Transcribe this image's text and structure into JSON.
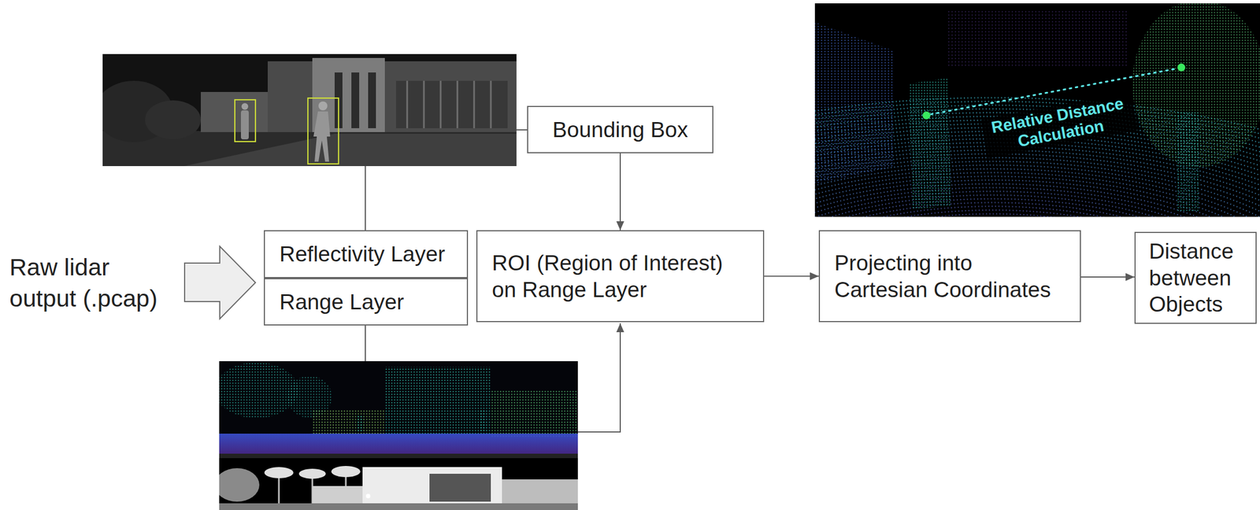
{
  "diagram": {
    "nodes": [
      {
        "text": [
          "Reflectivity Layer"
        ]
      },
      {
        "text": [
          "Range Layer"
        ]
      },
      {
        "text": [
          "Bounding Box"
        ]
      },
      {
        "text": [
          "ROI (Region of Interest) on Range Layer"
        ]
      },
      {
        "text": [
          "Projecting into Cartesian Coordinates"
        ]
      },
      {
        "text": [
          "Distance between Objects"
        ]
      }
    ],
    "edges": [
      {
        "from": 2,
        "to": 3,
        "arrow": "to"
      },
      {
        "from": 3,
        "to": 4,
        "arrow": "to"
      },
      {
        "from": 4,
        "to": 5,
        "arrow": "to"
      }
    ],
    "labels": [
      "Raw lidar output (.pcap)",
      "Relative Distance Calculation"
    ]
  }
}
